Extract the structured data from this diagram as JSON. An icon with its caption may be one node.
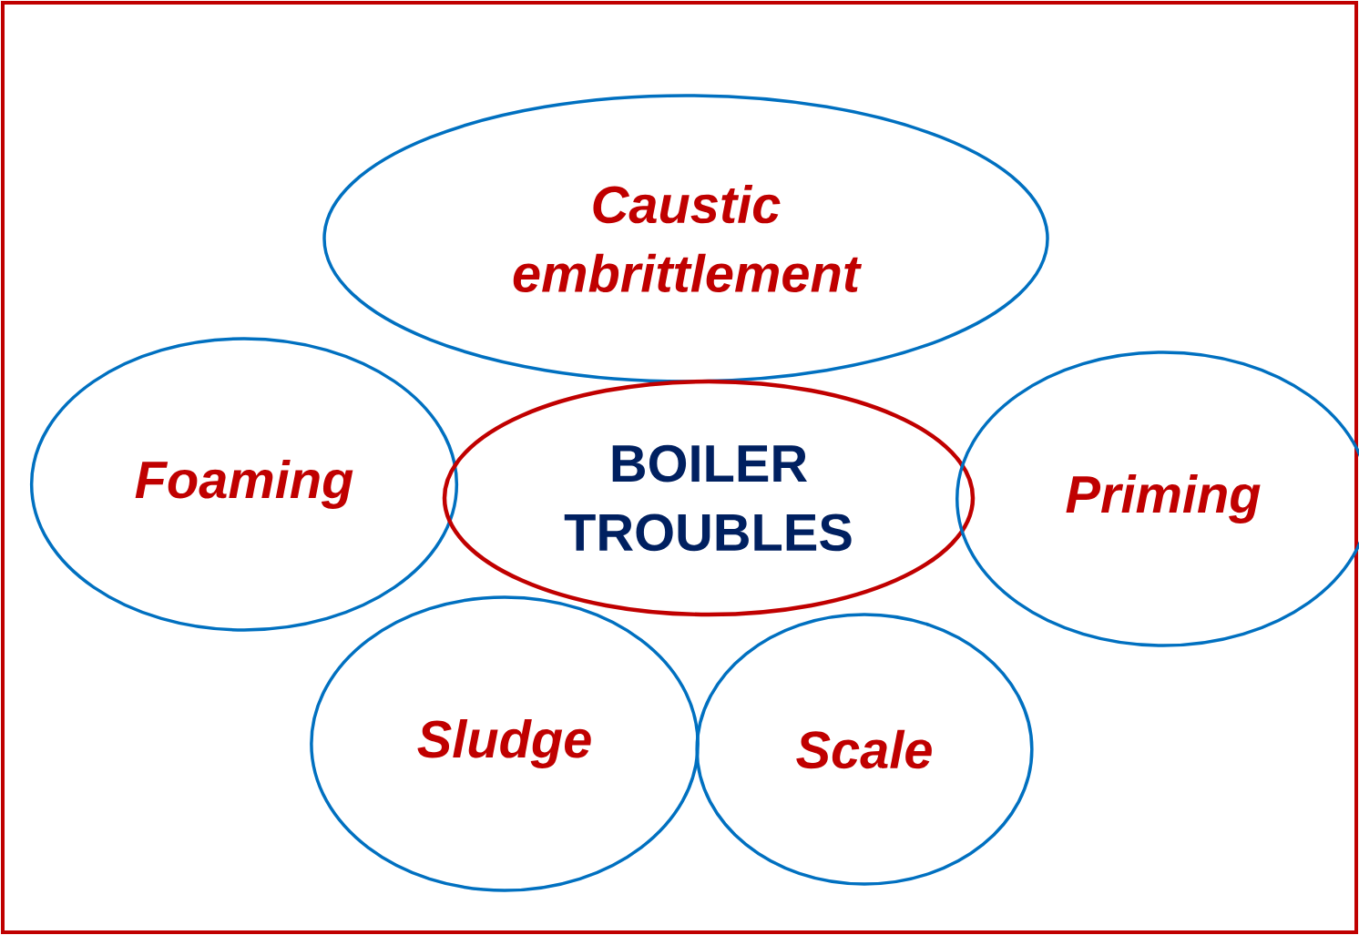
{
  "diagram": {
    "nodes": [
      {
        "text": [
          "Caustic embrittlement"
        ]
      },
      {
        "text": [
          "Foaming"
        ]
      },
      {
        "text": [
          "BOILER TROUBLES"
        ]
      },
      {
        "text": [
          "Priming"
        ]
      },
      {
        "text": [
          "Sludge"
        ]
      },
      {
        "text": [
          "Scale"
        ]
      }
    ]
  }
}
